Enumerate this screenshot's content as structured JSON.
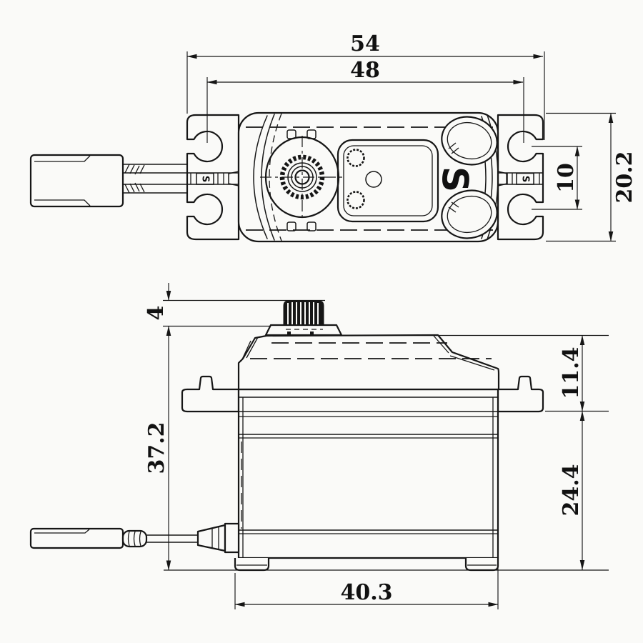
{
  "title": "servo-dimension-drawing",
  "colors": {
    "background": "#fafaf8",
    "line": "#161616"
  },
  "dims": {
    "overall_width": "54",
    "mount_spacing": "48",
    "case_depth": "20.2",
    "tab_hole_offset": "10",
    "spline_height": "4",
    "height_to_case_top": "37.2",
    "upper_section_height": "11.4",
    "lower_body_height": "24.4",
    "body_length": "40.3"
  },
  "marks": {
    "logo_s": "S",
    "tab_marker_left": "S",
    "tab_marker_right": "S"
  }
}
